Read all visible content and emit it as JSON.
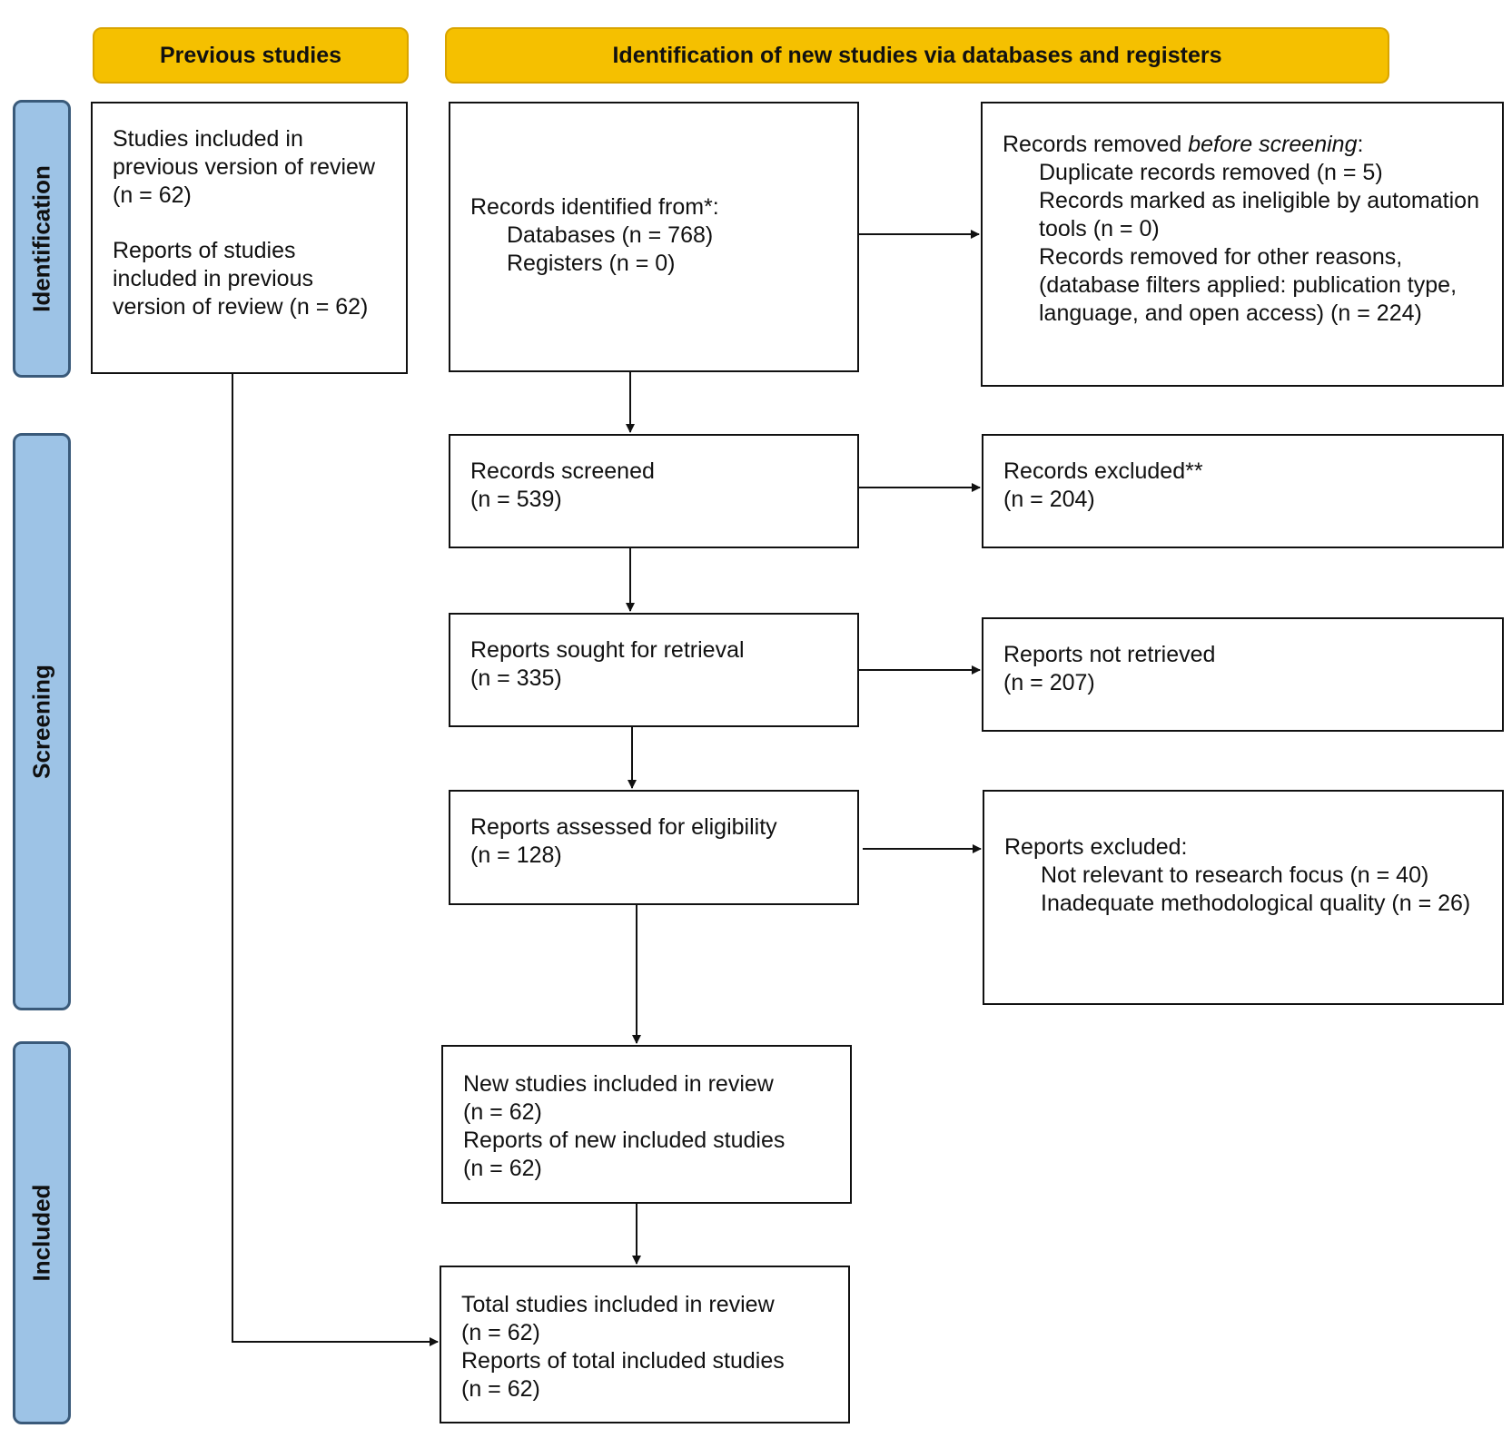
{
  "headers": {
    "previous": "Previous studies",
    "new": "Identification of new studies via databases and registers"
  },
  "stages": {
    "identification": "Identification",
    "screening": "Screening",
    "included": "Included"
  },
  "previous_studies": {
    "studies_included": "Studies included in previous version of review (n = 62)",
    "reports_included": "Reports of studies included in previous version of review (n = 62)"
  },
  "identified": {
    "title": "Records identified from*:",
    "databases": "Databases (n = 768)",
    "registers": "Registers (n = 0)"
  },
  "removed": {
    "title_prefix": "Records removed ",
    "title_emph": "before screening",
    "title_suffix": ":",
    "duplicates": "Duplicate records removed  (n = 5)",
    "automation": "Records marked as ineligible by automation tools (n = 0)",
    "other": "Records removed for other reasons, (database filters applied: publication type, language, and open access) (n = 224)"
  },
  "screened": {
    "title": "Records screened",
    "count": "(n = 539)"
  },
  "excluded": {
    "title": "Records excluded**",
    "count": "(n = 204)"
  },
  "sought": {
    "title": "Reports sought for retrieval",
    "count": "(n = 335)"
  },
  "not_retrieved": {
    "title": "Reports not retrieved",
    "count": "(n = 207)"
  },
  "assessed": {
    "title": "Reports assessed for eligibility",
    "count": "(n = 128)"
  },
  "reports_excluded": {
    "title": "Reports excluded:",
    "reason1": "Not relevant to research focus (n = 40)",
    "reason2": "Inadequate methodological quality (n = 26)"
  },
  "new_included": {
    "studies": "New studies included in review",
    "studies_count": "(n = 62)",
    "reports": "Reports of new included studies",
    "reports_count": "(n = 62)"
  },
  "total_included": {
    "studies": "Total studies included in review",
    "studies_count": "(n = 62)",
    "reports": "Reports of total included studies",
    "reports_count": "(n = 62)"
  }
}
